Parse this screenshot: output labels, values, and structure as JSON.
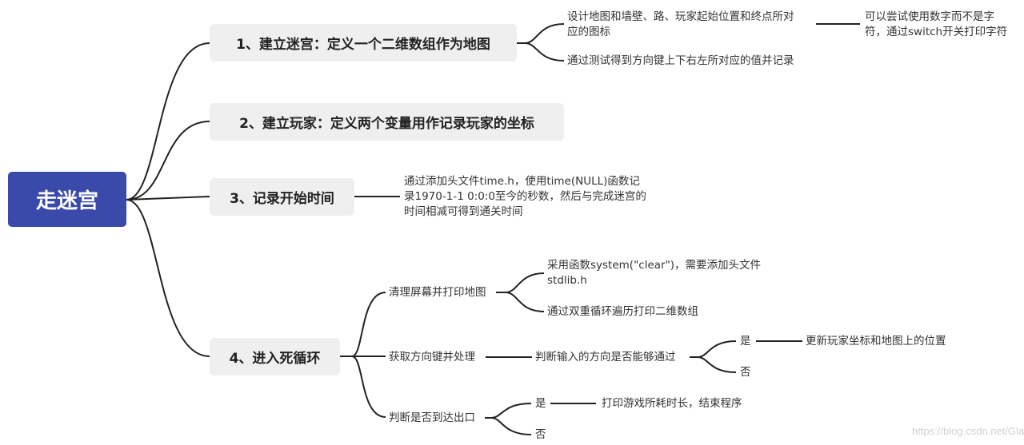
{
  "root": {
    "label": "走迷宫",
    "color": "#3a4aaa"
  },
  "nodes": [
    {
      "label": "1、建立迷宫：定义一个二维数组作为地图",
      "children": [
        {
          "label": "设计地图和墙壁、路、玩家起始位置和终点所对",
          "label2": "应的图标",
          "note": "可以尝试使用数字而不是字",
          "note2": "符，通过switch开关打印字符"
        },
        {
          "label": "通过测试得到方向键上下右左所对应的值并记录"
        }
      ]
    },
    {
      "label": "2、建立玩家：定义两个变量用作记录玩家的坐标"
    },
    {
      "label": "3、记录开始时间",
      "children": [
        {
          "line1": "通过添加头文件time.h，使用time(NULL)函数记",
          "line2": "录1970-1-1 0:0:0至今的秒数，然后与完成迷宫的",
          "line3": "时间相减可得到通关时间"
        }
      ]
    },
    {
      "label": "4、进入死循环",
      "children": [
        {
          "label": "清理屏幕并打印地图",
          "children": [
            {
              "line1": "采用函数system(\"clear\")，需要添加头文件",
              "line2": "stdlib.h"
            },
            {
              "label": "通过双重循环遍历打印二维数组"
            }
          ]
        },
        {
          "label": "获取方向键并处理",
          "child": {
            "label": "判断输入的方向是否能够通过",
            "yes": "是",
            "yes_result": "更新玩家坐标和地图上的位置",
            "no": "否"
          }
        },
        {
          "label": "判断是否到达出口",
          "yes": "是",
          "yes_result": "打印游戏所耗时长，结束程序",
          "no": "否"
        }
      ]
    }
  ],
  "watermark": "https://blog.csdn.net/Glanic"
}
